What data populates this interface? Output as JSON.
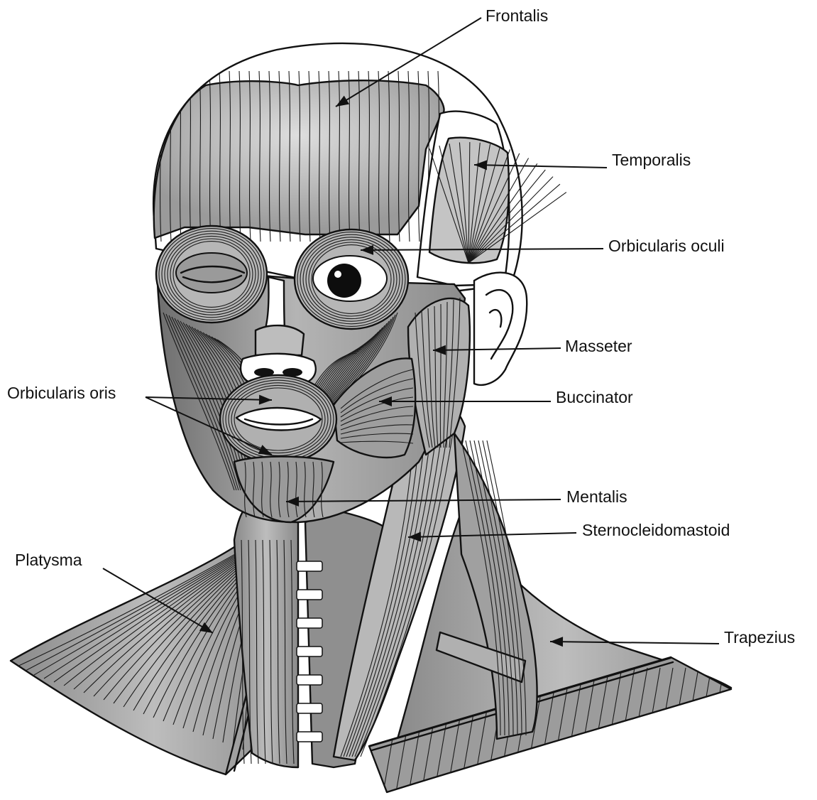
{
  "labels": {
    "frontalis": "Frontalis",
    "temporalis": "Temporalis",
    "orbicularis_oculi": "Orbicularis oculi",
    "masseter": "Masseter",
    "orbicularis_oris": "Orbicularis oris",
    "buccinator": "Buccinator",
    "mentalis": "Mentalis",
    "sternocleidomastoid": "Sternocleidomastoid",
    "platysma": "Platysma",
    "trapezius": "Trapezius"
  },
  "colors": {
    "muscle_fill": "#a6a6a6",
    "muscle_dark": "#7a7a7a",
    "muscle_light": "#d2d2d2",
    "outline": "#111111",
    "background": "#ffffff"
  }
}
